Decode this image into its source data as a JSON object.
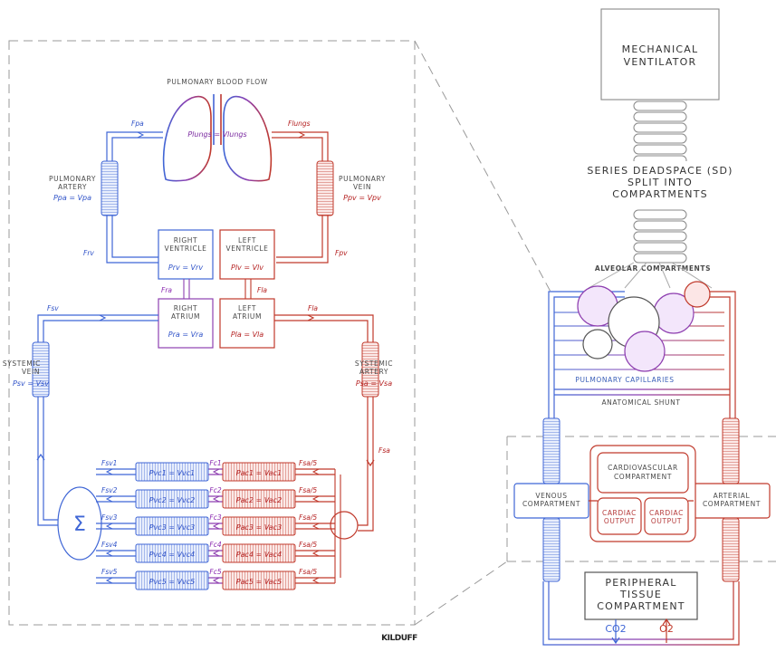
{
  "colors": {
    "venous_blue": "#3f66d6",
    "arterial_red": "#c0392b",
    "mixing_purple": "#8e3fb0",
    "outline_gray": "#777777"
  },
  "pulmonary": {
    "title": "PULMONARY BLOOD FLOW",
    "lungs_eq": "Plungs = Vlungs",
    "artery_label_1": "PULMONARY",
    "artery_label_2": "ARTERY",
    "artery_eq": "Ppa = Vpa",
    "vein_label_1": "PULMONARY",
    "vein_label_2": "VEIN",
    "vein_eq": "Ppv = Vpv",
    "flow_pa": "Fpa",
    "flow_lungs": "Flungs",
    "flow_rv_out": "Frv",
    "flow_pv": "Fpv"
  },
  "heart": {
    "rv_1": "RIGHT",
    "rv_2": "VENTRICLE",
    "rv_eq": "Prv = Vrv",
    "lv_1": "LEFT",
    "lv_2": "VENTRICLE",
    "lv_eq": "Plv = Vlv",
    "ra_1": "RIGHT",
    "ra_2": "ATRIUM",
    "ra_eq": "Pra = Vra",
    "la_1": "LEFT",
    "la_2": "ATRIUM",
    "la_eq": "Pla = Vla",
    "flow_ra": "Fra",
    "flow_la": "Fla"
  },
  "systemic": {
    "vein_1": "SYSTEMIC",
    "vein_2": "VEIN",
    "vein_eq": "Psv = Vsv",
    "artery_1": "SYSTEMIC",
    "artery_2": "ARTERY",
    "artery_eq": "Psa = Vsa",
    "flow_sv": "Fsv",
    "flow_la_out": "Fla",
    "flow_sa": "Fsa",
    "sum_symbol": "Σ",
    "rows": [
      {
        "flow_v": "Fsv1",
        "eq_v": "Pvc1 = Vvc1",
        "flow_c": "Fc1",
        "eq_a": "Pac1 = Vac1",
        "flow_a": "Fsa/5"
      },
      {
        "flow_v": "Fsv2",
        "eq_v": "Pvc2 = Vvc2",
        "flow_c": "Fc2",
        "eq_a": "Pac2 = Vac2",
        "flow_a": "Fsa/5"
      },
      {
        "flow_v": "Fsv3",
        "eq_v": "Pvc3 = Vvc3",
        "flow_c": "Fc3",
        "eq_a": "Pac3 = Vac3",
        "flow_a": "Fsa/5"
      },
      {
        "flow_v": "Fsv4",
        "eq_v": "Pvc4 = Vvc4",
        "flow_c": "Fc4",
        "eq_a": "Pac4 = Vac4",
        "flow_a": "Fsa/5"
      },
      {
        "flow_v": "Fsv5",
        "eq_v": "Pvc5 = Vvc5",
        "flow_c": "Fc5",
        "eq_a": "Pac5 = Vac5",
        "flow_a": "Fsa/5"
      }
    ]
  },
  "signature": "KILDUFF",
  "right_panel": {
    "ventilator_1": "MECHANICAL",
    "ventilator_2": "VENTILATOR",
    "deadspace_1": "SERIES DEADSPACE (SD)",
    "deadspace_2": "SPLIT INTO",
    "deadspace_3": "COMPARTMENTS",
    "alveolar": "ALVEOLAR COMPARTMENTS",
    "capillaries": "PULMONARY CAPILLARIES",
    "shunt": "ANATOMICAL SHUNT",
    "venous_1": "VENOUS",
    "venous_2": "COMPARTMENT",
    "arterial_1": "ARTERIAL",
    "arterial_2": "COMPARTMENT",
    "cardio_1": "CARDIOVASCULAR",
    "cardio_2": "COMPARTMENT",
    "co_left_1": "CARDIAC",
    "co_left_2": "OUTPUT",
    "co_right_1": "CARDIAC",
    "co_right_2": "OUTPUT",
    "tissue_1": "PERIPHERAL",
    "tissue_2": "TISSUE",
    "tissue_3": "COMPARTMENT",
    "co2": "CO2",
    "o2": "O2"
  }
}
